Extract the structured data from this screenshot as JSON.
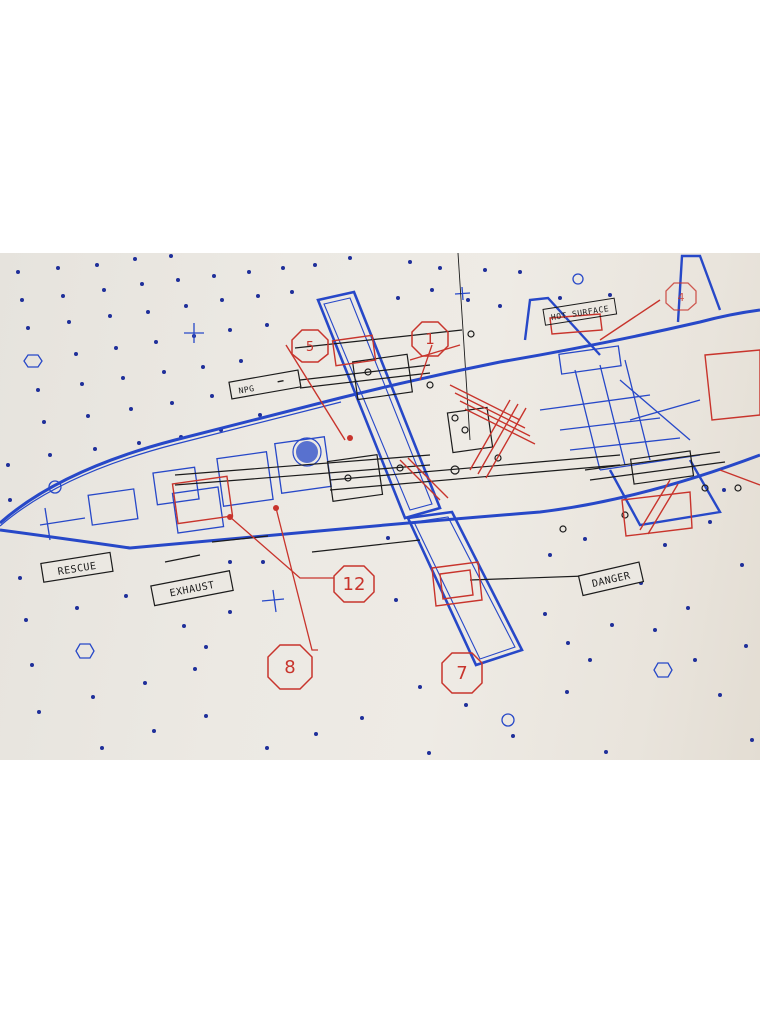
{
  "photo": {
    "subject": "printed spaceship schematic on dotted paper",
    "colors": {
      "paper": "#ebe8e2",
      "blue_ink": "#2748c8",
      "red_ink": "#c8342c",
      "black_ink": "#1c1c1c",
      "dot": "#1f2f9a"
    }
  },
  "labels": {
    "rescue": "RESCUE",
    "exhaust": "EXHAUST",
    "danger": "DANGER",
    "hot_surface": "HOT SURFACE",
    "npg": "NPG"
  },
  "callouts": {
    "c1": "1",
    "c5": "5",
    "c7": "7",
    "c8": "8",
    "c12": "12",
    "c4": "4"
  }
}
